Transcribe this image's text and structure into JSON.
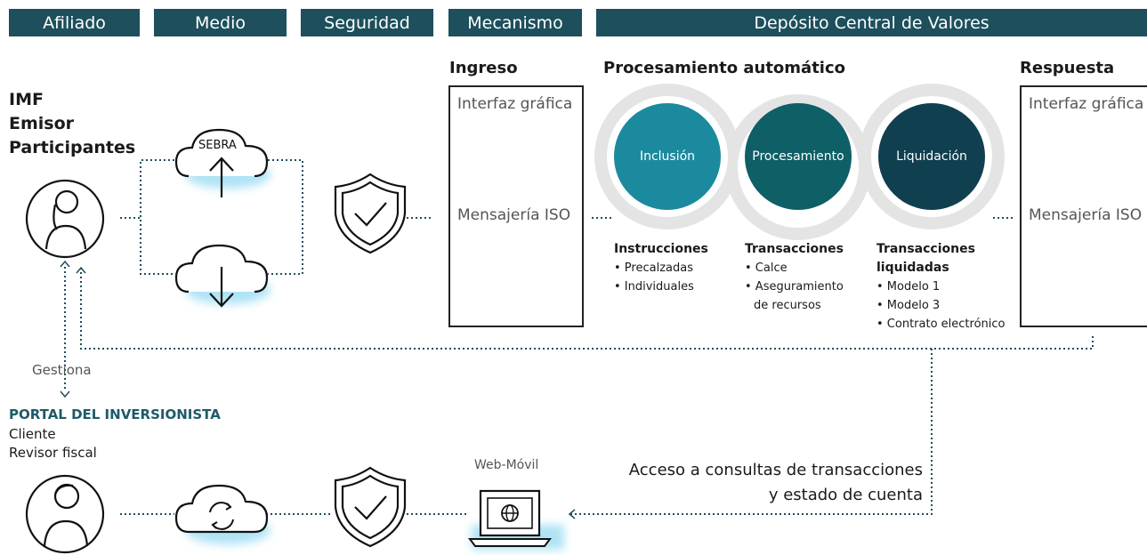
{
  "headers": {
    "afiliado": "Afiliado",
    "medio": "Medio",
    "seguridad": "Seguridad",
    "mecanismo": "Mecanismo",
    "dcv": "Depósito Central de Valores"
  },
  "affiliate": {
    "line1": "IMF",
    "line2": "Emisor",
    "line3": "Participantes"
  },
  "medium": {
    "cloud_label": "SEBRA"
  },
  "ingreso": {
    "title": "Ingreso",
    "interface_label": "Interfaz gráfica",
    "iso_label": "Mensajería ISO"
  },
  "processing": {
    "title": "Procesamiento automático",
    "steps": [
      "Inclusión",
      "Procesamiento",
      "Liquidación"
    ],
    "colors": [
      "#1b8a9e",
      "#0e5f66",
      "#103f50"
    ]
  },
  "respuesta": {
    "title": "Respuesta",
    "interface_label": "Interfaz gráfica",
    "iso_label": "Mensajería ISO"
  },
  "details": {
    "col1_title": "Instrucciones",
    "col1_items": [
      "• Precalzadas",
      "• Individuales"
    ],
    "col2_title": "Transacciones",
    "col2_items": [
      "• Calce",
      "• Aseguramiento",
      "de recursos"
    ],
    "col3_title1": "Transacciones",
    "col3_title2": "liquidadas",
    "col3_items": [
      "• Modelo 1",
      "• Modelo 3",
      "• Contrato electrónico"
    ]
  },
  "manage_label": "Gestiona",
  "portal": {
    "title": "PORTAL DEL INVERSIONISTA",
    "line1": "Cliente",
    "line2": "Revisor fiscal"
  },
  "web_movil": "Web-Móvil",
  "access": {
    "line1": "Acceso a consultas de transacciones",
    "line2": "y estado de cuenta"
  },
  "colors": {
    "header_bg": "#1d4f5c",
    "portal_title": "#1d5a6a",
    "glow": "#aee3f5",
    "dotted": "#1d4f5c"
  }
}
